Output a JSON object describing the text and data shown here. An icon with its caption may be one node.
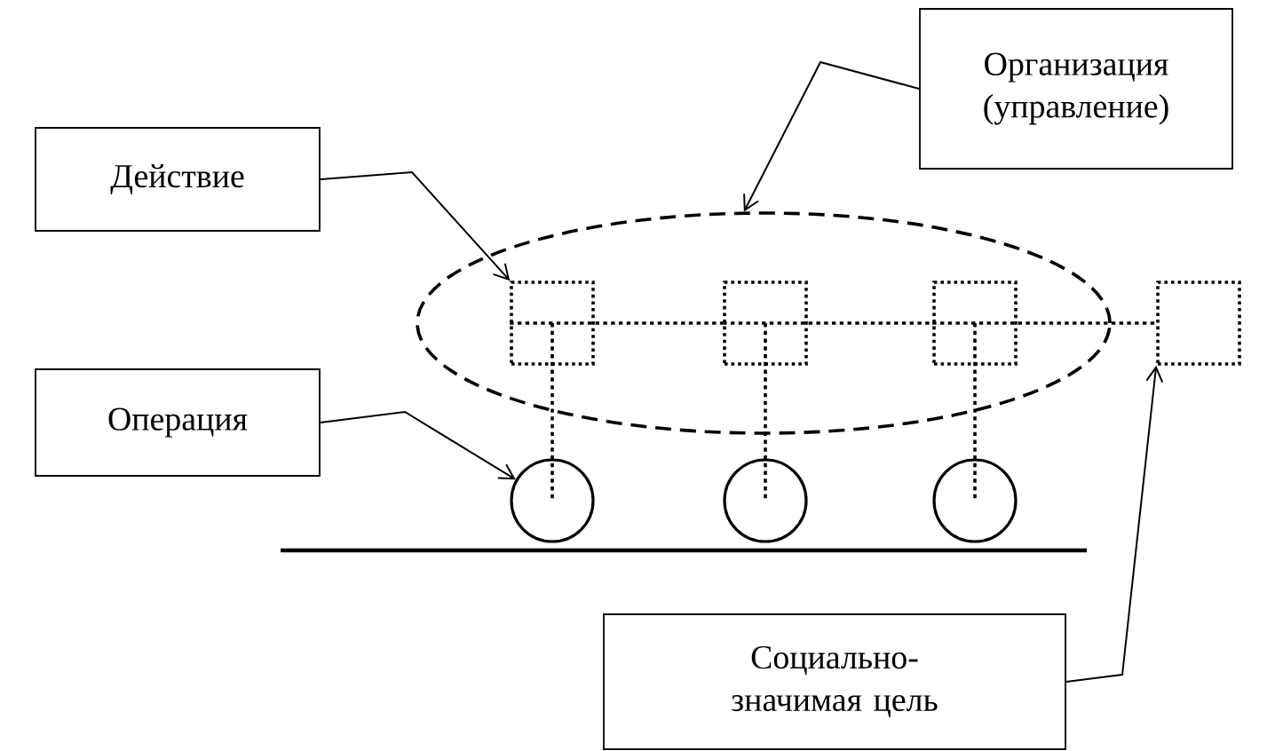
{
  "diagram": {
    "nodes": [
      {
        "text": [
          "Организация (управление)"
        ]
      },
      {
        "text": [
          "Действие"
        ]
      },
      {
        "text": [
          "Операция"
        ]
      },
      {
        "text": [
          "Социально- значимая цель"
        ]
      },
      {
        "text": [],
        "shape": "ellipse"
      },
      {
        "text": [],
        "shape": "box",
        "in": 4
      },
      {
        "text": [],
        "shape": "box",
        "in": 4
      },
      {
        "text": [],
        "shape": "box",
        "in": 4
      },
      {
        "text": [],
        "shape": "box"
      },
      {
        "text": [],
        "shape": "circle"
      },
      {
        "text": [],
        "shape": "circle"
      },
      {
        "text": [],
        "shape": "circle"
      }
    ],
    "edges": [
      {
        "from": 0,
        "to": 4,
        "arrow": "to"
      },
      {
        "from": 1,
        "to": 5,
        "arrow": "to"
      },
      {
        "from": 2,
        "to": 9,
        "arrow": "to"
      },
      {
        "from": 3,
        "to": 8,
        "arrow": "to"
      },
      {
        "from": 5,
        "to": 6,
        "arrow": "none",
        "style": "dashed"
      },
      {
        "from": 6,
        "to": 7,
        "arrow": "none",
        "style": "dashed"
      },
      {
        "from": 7,
        "to": 8,
        "arrow": "none",
        "style": "dashed"
      },
      {
        "from": 5,
        "to": 9,
        "arrow": "none",
        "style": "dashed"
      },
      {
        "from": 6,
        "to": 10,
        "arrow": "none",
        "style": "dashed"
      },
      {
        "from": 7,
        "to": 11,
        "arrow": "none",
        "style": "dashed"
      }
    ]
  }
}
